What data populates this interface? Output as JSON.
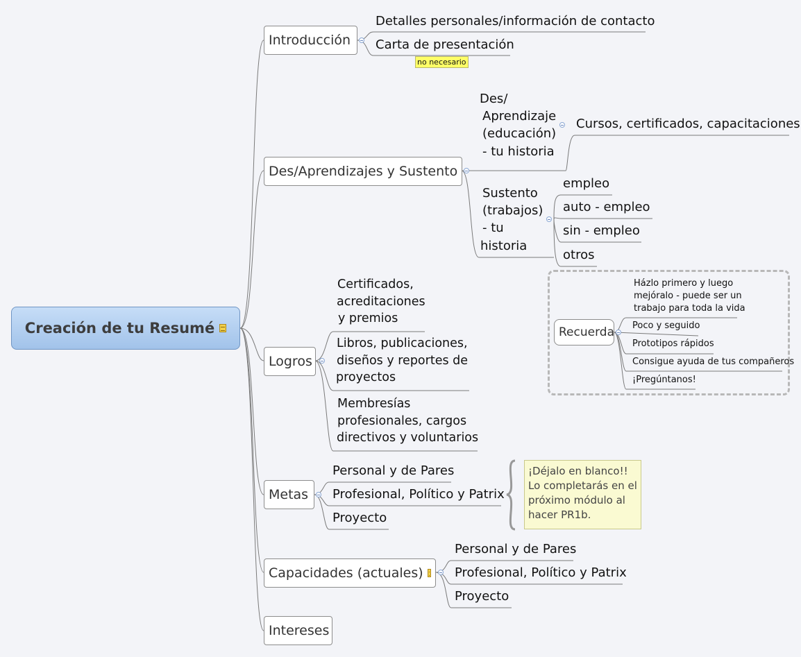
{
  "central": {
    "title": "Creación de tu Resumé",
    "note_icon": "note-icon"
  },
  "introduccion": {
    "label": "Introducción",
    "children": [
      "Detalles personales/información de contacto",
      "Carta de presentación"
    ],
    "carta_label": "no necesario"
  },
  "aprendizajes": {
    "label": "Des/Aprendizajes y Sustento",
    "educacion": {
      "lines": [
        "Des/",
        "Aprendizaje",
        "(educación)",
        "- tu historia"
      ],
      "child": "Cursos, certificados, capacitaciones"
    },
    "sustento": {
      "lines": [
        "Sustento",
        "(trabajos)",
        "- tu",
        "historia"
      ],
      "children": [
        "empleo",
        "auto - empleo",
        "sin - empleo",
        "otros"
      ]
    }
  },
  "recuerda": {
    "label": "Recuerda",
    "children": [
      [
        "Házlo primero y luego",
        "mejóralo - puede ser un",
        "trabajo para toda la vida"
      ],
      [
        "Poco y seguido"
      ],
      [
        "Prototipos rápidos"
      ],
      [
        "Consigue ayuda de tus compañeros"
      ],
      [
        "¡Pregúntanos!"
      ]
    ]
  },
  "logros": {
    "label": "Logros",
    "children": [
      [
        "Certificados,",
        "acreditaciones",
        "y premios"
      ],
      [
        "Libros, publicaciones,",
        "diseños y reportes de",
        "proyectos"
      ],
      [
        "Membresías",
        "profesionales, cargos",
        "directivos y voluntarios"
      ]
    ]
  },
  "metas": {
    "label": "Metas",
    "children": [
      "Personal y de Pares",
      "Profesional, Político y Patrix",
      "Proyecto"
    ],
    "summary_note": "¡Déjalo en blanco!! Lo completarás en el próximo módulo al hacer PR1b."
  },
  "capacidades": {
    "label": "Capacidades (actuales)",
    "children": [
      "Personal y de Pares",
      "Profesional, Político y Patrix",
      "Proyecto"
    ]
  },
  "intereses": {
    "label": "Intereses"
  }
}
